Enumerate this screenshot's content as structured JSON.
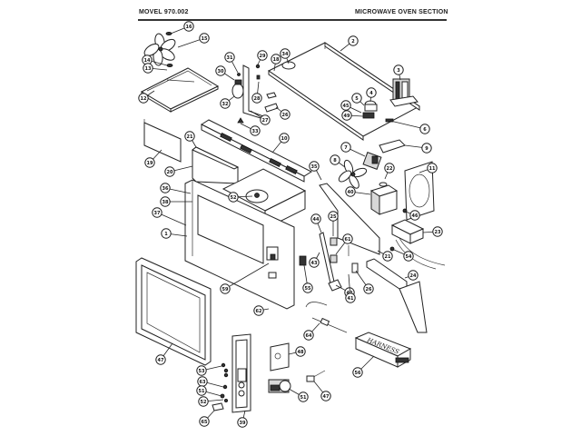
{
  "header": {
    "model_label": "MOVEL 970.002",
    "section_title": "MICROWAVE OVEN SECTION"
  },
  "diagram": {
    "type": "exploded-parts-view",
    "harness_label": "HARNESS",
    "callouts": [
      {
        "id": "fan-nut-top",
        "label": "16"
      },
      {
        "id": "fan-blade-upper",
        "label": "15"
      },
      {
        "id": "washer-left",
        "label": "14"
      },
      {
        "id": "screw-left",
        "label": "13"
      },
      {
        "id": "cover-plate",
        "label": "12"
      },
      {
        "id": "lamp-clip",
        "label": "31"
      },
      {
        "id": "lamp-socket",
        "label": "30"
      },
      {
        "id": "lamp-bulb",
        "label": "32"
      },
      {
        "id": "screw-top",
        "label": "29"
      },
      {
        "id": "washer-top",
        "label": "28"
      },
      {
        "id": "switch-top",
        "label": "18"
      },
      {
        "id": "pin-top",
        "label": "34"
      },
      {
        "id": "bracket",
        "label": "27"
      },
      {
        "id": "clip",
        "label": "26"
      },
      {
        "id": "screw-mid",
        "label": "33"
      },
      {
        "id": "base-plate",
        "label": "2"
      },
      {
        "id": "transformer",
        "label": "3"
      },
      {
        "id": "capacitor",
        "label": "4"
      },
      {
        "id": "capacitor-bracket",
        "label": "5"
      },
      {
        "id": "diode",
        "label": "45"
      },
      {
        "id": "fuse-holder",
        "label": "49"
      },
      {
        "id": "thermal-cutout",
        "label": "6"
      },
      {
        "id": "baffle",
        "label": "19"
      },
      {
        "id": "duct",
        "label": "21"
      },
      {
        "id": "vent-left",
        "label": "20"
      },
      {
        "id": "control-vent",
        "label": "10"
      },
      {
        "id": "fan-motor",
        "label": "7"
      },
      {
        "id": "fan-blade",
        "label": "8"
      },
      {
        "id": "motor-bracket",
        "label": "9"
      },
      {
        "id": "fan-shroud",
        "label": "11"
      },
      {
        "id": "stirrer-shaft",
        "label": "22"
      },
      {
        "id": "magnetron",
        "label": "40"
      },
      {
        "id": "magnetron-nut",
        "label": "46"
      },
      {
        "id": "wire-harness-box",
        "label": "23"
      },
      {
        "id": "chassis-top",
        "label": "35"
      },
      {
        "id": "front-frame-upper",
        "label": "36"
      },
      {
        "id": "door-seal",
        "label": "38"
      },
      {
        "id": "cavity-front",
        "label": "37"
      },
      {
        "id": "stirrer",
        "label": "52"
      },
      {
        "id": "front-plate",
        "label": "1"
      },
      {
        "id": "interlock-switches",
        "label": "59"
      },
      {
        "id": "front-screw",
        "label": "62"
      },
      {
        "id": "door",
        "label": "47"
      },
      {
        "id": "switch-lever",
        "label": "44"
      },
      {
        "id": "switch-a",
        "label": "25"
      },
      {
        "id": "switch-b",
        "label": "61"
      },
      {
        "id": "switch-c",
        "label": "43"
      },
      {
        "id": "latch-assembly",
        "label": "42"
      },
      {
        "id": "latch-spring",
        "label": "55"
      },
      {
        "id": "latch-screw",
        "label": "41"
      },
      {
        "id": "hinge-pin",
        "label": "26"
      },
      {
        "id": "chassis-side",
        "label": "21"
      },
      {
        "id": "ground-screw",
        "label": "54"
      },
      {
        "id": "side-panel",
        "label": "24"
      },
      {
        "id": "probe-wire",
        "label": "64"
      },
      {
        "id": "wire-harness",
        "label": "56"
      },
      {
        "id": "timer-plate",
        "label": "48"
      },
      {
        "id": "timer-switch",
        "label": "51"
      },
      {
        "id": "thermostat",
        "label": "47"
      },
      {
        "id": "control-panel",
        "label": "39"
      },
      {
        "id": "panel-screws",
        "label": "53"
      },
      {
        "id": "knob-screw",
        "label": "63"
      },
      {
        "id": "panel-screw-b",
        "label": "51"
      },
      {
        "id": "panel-clips",
        "label": "52"
      },
      {
        "id": "knob",
        "label": "65"
      }
    ]
  }
}
